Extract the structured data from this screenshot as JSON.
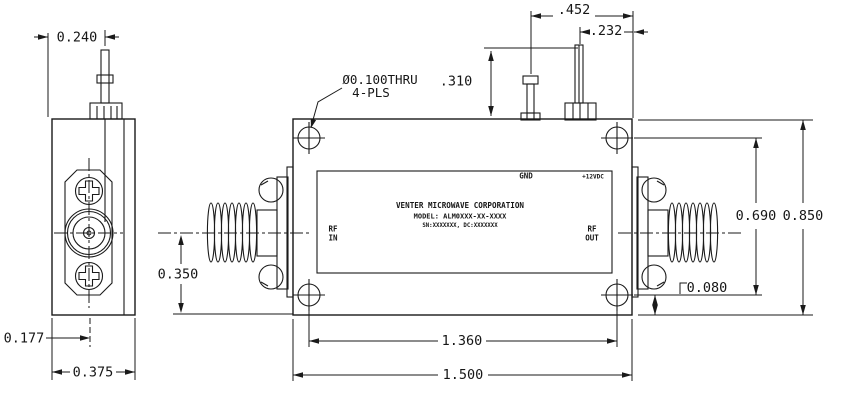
{
  "colors": {
    "ink": "#1a1a1a",
    "background": "#ffffff"
  },
  "side_view": {
    "dim_pin_offset": "0.240",
    "dim_center_offset": "0.177",
    "dim_width": "0.375"
  },
  "front_view": {
    "callout": {
      "line1": "Ø0.100THRU",
      "line2": "4-PLS"
    },
    "dims": {
      "gnd_pin_to_edge": ".452",
      "vdc_pin_to_edge": ".232",
      "pin_height": ".310",
      "center_height": "0.350",
      "hole_span_vertical": "0.690",
      "body_height": "0.850",
      "hole_edge_offset": "0.080",
      "hole_span_horizontal": "1.360",
      "body_width": "1.500"
    },
    "label": {
      "gnd": "GND",
      "power": "+12VDC",
      "company": "VENTER MICROWAVE CORPORATION",
      "model": "MODEL: ALM0XXX-XX-XXXX",
      "serial": "SN:XXXXXXX, DC:XXXXXXX",
      "rf_in": [
        "RF",
        "IN"
      ],
      "rf_out": [
        "RF",
        "OUT"
      ]
    }
  }
}
